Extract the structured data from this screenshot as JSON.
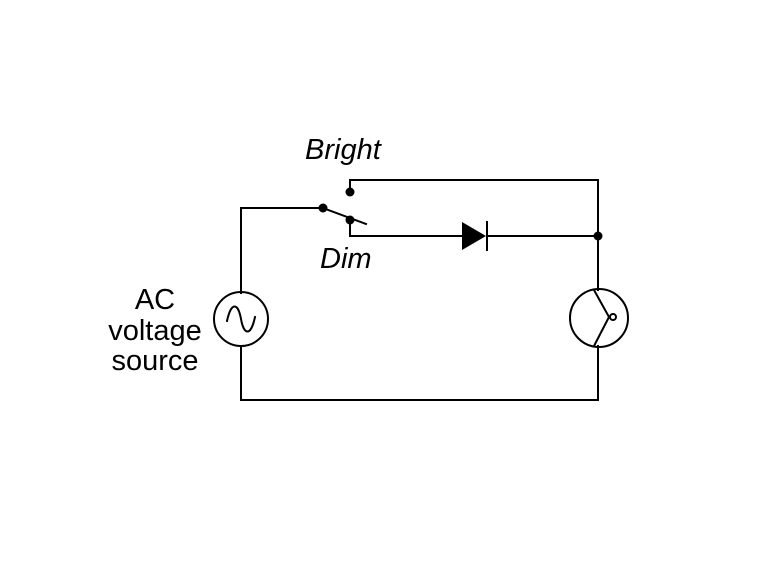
{
  "labels": {
    "bright": "Bright",
    "dim": "Dim",
    "source_line1": "AC",
    "source_line2": "voltage",
    "source_line3": "source"
  },
  "colors": {
    "stroke": "#000000",
    "background": "#ffffff"
  },
  "components": {
    "source_symbol": "ac-voltage-source-icon",
    "switch_symbol": "spdt-switch-icon",
    "diode_symbol": "diode-icon",
    "lamp_symbol": "lamp-icon"
  }
}
